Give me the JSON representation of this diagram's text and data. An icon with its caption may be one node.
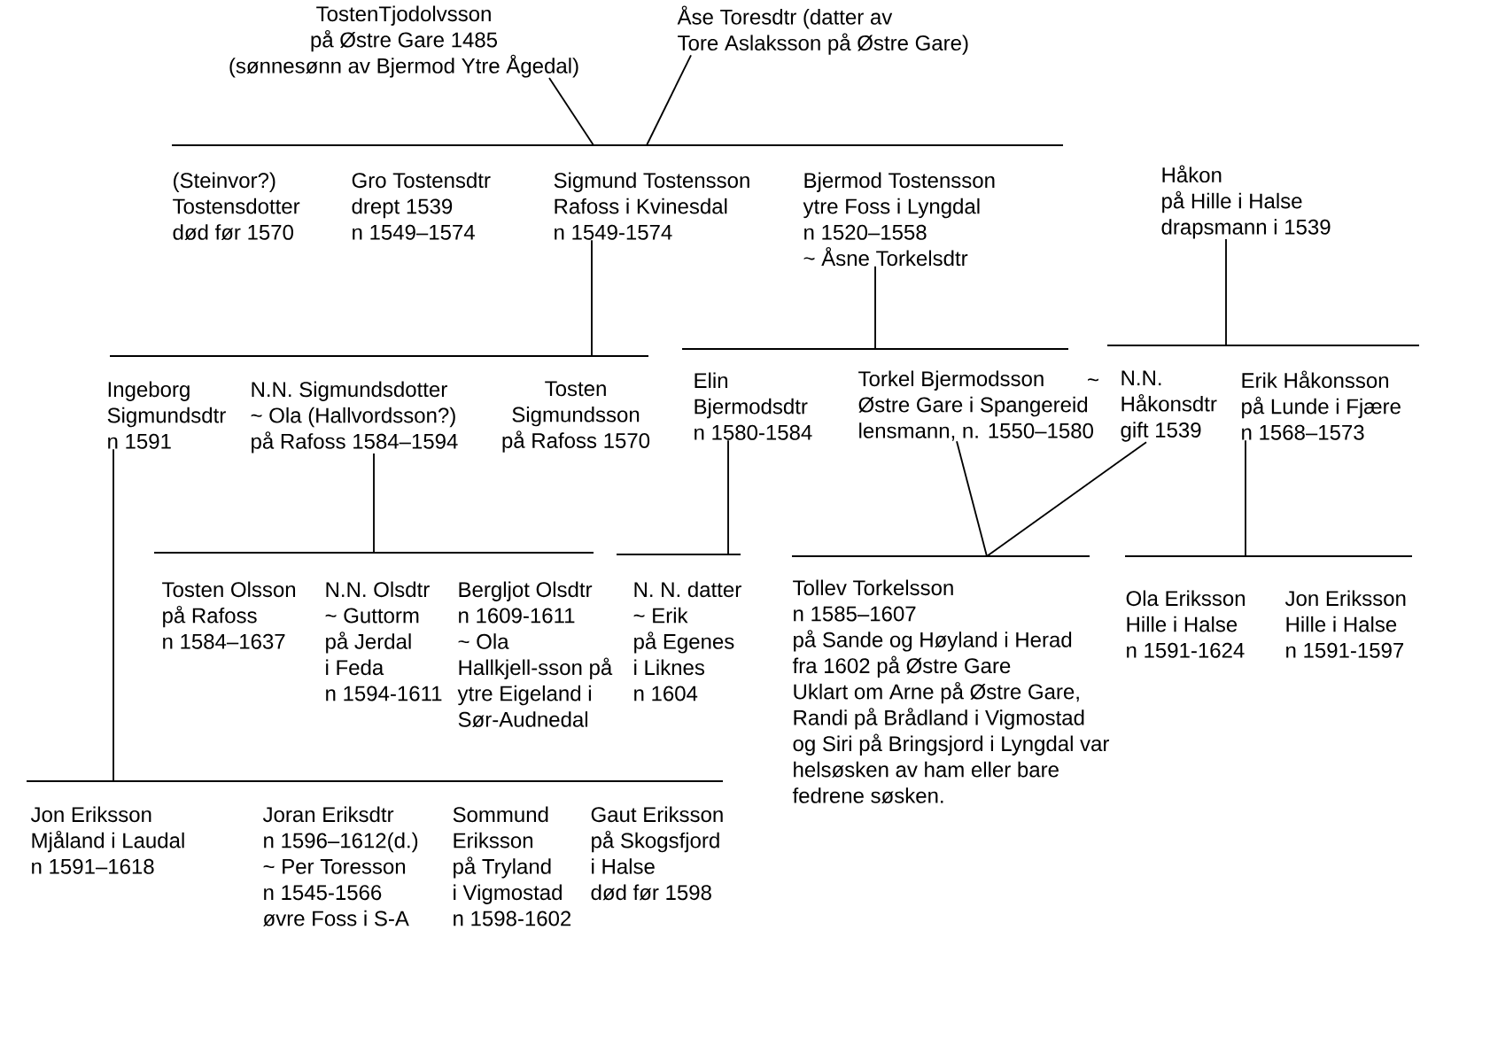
{
  "diagram": {
    "nodes": [
      {
        "text": [
          "TostenTjodolvsson",
          "på Østre Gare 1485",
          "(sønnesønn av Bjermod Ytre Ågedal)"
        ]
      },
      {
        "text": [
          "Åse Toresdtr (datter av",
          "Tore Aslaksson på Østre Gare)"
        ]
      },
      {
        "text": [],
        "shape": "bar"
      },
      {
        "text": [
          "(Steinvor?)",
          "Tostensdotter",
          "død før 1570"
        ]
      },
      {
        "text": [
          "Gro Tostensdtr",
          "drept 1539",
          "n 1549–1574"
        ]
      },
      {
        "text": [
          "Sigmund Tostensson",
          "Rafoss i Kvinesdal",
          "n 1549-1574"
        ]
      },
      {
        "text": [
          "Bjermod Tostensson",
          "ytre Foss i Lyngdal",
          "n 1520–1558",
          "~ Åsne Torkelsdtr"
        ]
      },
      {
        "text": [
          "Håkon",
          "på Hille i Halse",
          "drapsmann i 1539"
        ]
      },
      {
        "text": [],
        "shape": "bar"
      },
      {
        "text": [],
        "shape": "bar"
      },
      {
        "text": [],
        "shape": "bar"
      },
      {
        "text": [
          "Ingeborg",
          "Sigmundsdtr",
          "n 1591"
        ]
      },
      {
        "text": [
          "N.N. Sigmundsdotter",
          "~ Ola (Hallvordsson?)",
          "på Rafoss 1584–1594"
        ]
      },
      {
        "text": [
          "Tosten",
          "Sigmundsson",
          "på Rafoss 1570"
        ]
      },
      {
        "text": [
          "Elin",
          "Bjermodsdtr",
          "n 1580-1584"
        ]
      },
      {
        "text": [
          "Torkel Bjermodsson",
          "Østre Gare i Spangereid",
          "lensmann, n. 1550–1580"
        ]
      },
      {
        "text": [
          "N.N.",
          "Håkonsdtr",
          "gift 1539"
        ]
      },
      {
        "text": [
          "Erik Håkonsson",
          "på Lunde i Fjære",
          "n 1568–1573"
        ]
      },
      {
        "text": [],
        "shape": "bar"
      },
      {
        "text": [],
        "shape": "bar"
      },
      {
        "text": [],
        "shape": "bar"
      },
      {
        "text": [],
        "shape": "bar"
      },
      {
        "text": [
          "Tosten Olsson",
          "på Rafoss",
          "n 1584–1637"
        ]
      },
      {
        "text": [
          "N.N. Olsdtr",
          "~ Guttorm",
          "på Jerdal",
          "i Feda",
          "n 1594-1611"
        ]
      },
      {
        "text": [
          "Bergljot Olsdtr",
          "n 1609-1611",
          "~ Ola Hallkjell-sson på ytre Eigeland i Sør-Audnedal"
        ]
      },
      {
        "text": [
          "N. N. datter",
          "~ Erik",
          "på Egenes",
          "i Liknes",
          "n 1604"
        ]
      },
      {
        "text": [
          "Tollev Torkelsson",
          "n 1585–1607",
          "på Sande og Høyland i Herad",
          "fra 1602 på Østre Gare",
          "Uklart om Arne på Østre Gare, Randi på Brådland i Vigmostad og Siri på Bringsjord i Lyngdal var helsøsken av ham eller bare fedrene søsken."
        ]
      },
      {
        "text": [
          "Ola Eriksson",
          "Hille i Halse",
          "n 1591-1624"
        ]
      },
      {
        "text": [
          "Jon Eriksson",
          "Hille i Halse",
          "n 1591-1597"
        ]
      },
      {
        "text": [],
        "shape": "bar"
      },
      {
        "text": [
          "Jon Eriksson",
          "Mjåland i Laudal",
          "n 1591–1618"
        ]
      },
      {
        "text": [
          "Joran Eriksdtr",
          "n 1596–1612(d.)",
          "~ Per Toresson",
          "n 1545-1566",
          "øvre Foss i S-A"
        ]
      },
      {
        "text": [
          "Sommund",
          "Eriksson",
          "på Tryland",
          "i Vigmostad",
          "n 1598-1602"
        ]
      },
      {
        "text": [
          "Gaut Eriksson",
          "på Skogsfjord",
          "i Halse",
          "død før 1598"
        ]
      }
    ],
    "edges": [
      {
        "from": 0,
        "to": 2,
        "arrow": "none"
      },
      {
        "from": 1,
        "to": 2,
        "arrow": "none"
      },
      {
        "from": 5,
        "to": 8,
        "arrow": "none"
      },
      {
        "from": 6,
        "to": 9,
        "arrow": "none"
      },
      {
        "from": 7,
        "to": 10,
        "arrow": "none"
      },
      {
        "from": 11,
        "to": 29,
        "arrow": "none"
      },
      {
        "from": 12,
        "to": 18,
        "arrow": "none"
      },
      {
        "from": 14,
        "to": 19,
        "arrow": "none"
      },
      {
        "from": 15,
        "to": 20,
        "arrow": "none"
      },
      {
        "from": 16,
        "to": 20,
        "arrow": "none"
      },
      {
        "from": 17,
        "to": 21,
        "arrow": "none"
      }
    ],
    "labels": [
      "~"
    ]
  }
}
